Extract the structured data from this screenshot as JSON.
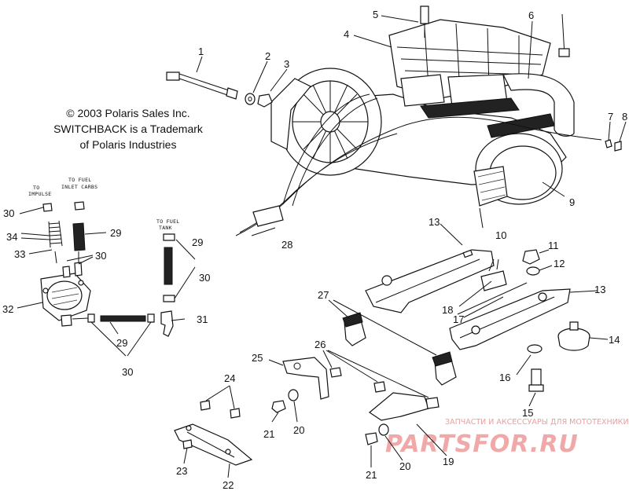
{
  "notes": {
    "copyright": "© 2003 Polaris Sales Inc.",
    "trademark_line1": "SWITCHBACK is a Trademark",
    "trademark_line2": "of Polaris Industries"
  },
  "callouts": {
    "to_impulse": [
      "TO",
      "IMPULSE"
    ],
    "to_fuel_inlet_carbs": [
      "TO FUEL",
      "INLET CARBS"
    ],
    "to_fuel_tank": [
      "TO FUEL",
      "TANK"
    ]
  },
  "part_numbers": {
    "p1": "1",
    "p2": "2",
    "p3": "3",
    "p4": "4",
    "p5": "5",
    "p6": "6",
    "p7": "7",
    "p8": "8",
    "p9": "9",
    "p10": "10",
    "p11": "11",
    "p12": "12",
    "p13a": "13",
    "p13b": "13",
    "p14": "14",
    "p15": "15",
    "p16": "16",
    "p17": "17",
    "p18": "18",
    "p19": "19",
    "p20a": "20",
    "p20b": "20",
    "p21a": "21",
    "p21b": "21",
    "p22": "22",
    "p23": "23",
    "p24": "24",
    "p25": "25",
    "p26": "26",
    "p27": "27",
    "p28": "28",
    "p29a": "29",
    "p29b": "29",
    "p29c": "29",
    "p30a": "30",
    "p30b": "30",
    "p30c": "30",
    "p30d": "30",
    "p31": "31",
    "p32": "32",
    "p33": "33",
    "p34": "34"
  },
  "watermark": {
    "tagline": "ЗАПЧАСТИ И АКСЕССУАРЫ ДЛЯ МОТОТЕХНИКИ",
    "brand": "PARTSFOR.RU"
  }
}
